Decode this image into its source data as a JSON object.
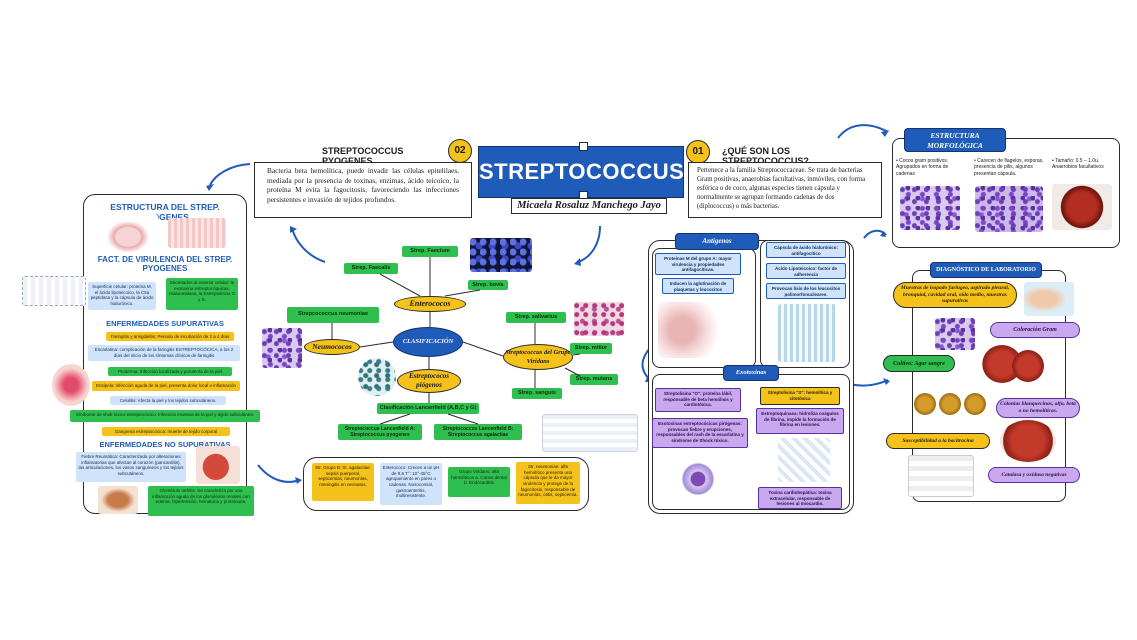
{
  "title": {
    "main": "STREPTOCOCCUS",
    "author": "Micaela Rosaluz Manchego Jayo"
  },
  "pyogenes": {
    "number": "02",
    "heading": "STREPTOCOCCUS PYOGENES",
    "text": "Bacteria beta hemolítica, puede invadir las células epitelilaes, mediada por la presencia de toxinas, enzimas, ácido teicoico, la proteína M evita la fagocitosis, favoreciendo las infecciones persistentes e invasión de tejidos profundos."
  },
  "que_son": {
    "number": "01",
    "heading": "¿QUÉ SON LOS STREPTOCOCCUS?",
    "text": "Pertenece a la familia Streptococcaceae. Se trata de bacterias Gram positivas, anaerobias facultativas, inmóviles, con forma esférica o de coco, algunas especies tienen cápsula y normalmente se agrupan formando cadenas de dos (diplococcus) o más bacterias."
  },
  "left_panel": {
    "estructura_heading": "ESTRUCTURA DEL STREP. PYOGENES",
    "virulencia_heading": "FACT. DE VIRULENCIA DEL STREP. PYOGENES",
    "virulencia_left": "Superficie celular: proteína M, el ácido lipoteicoico, la C5a peptidasa y la cápsula de ácido hialurónico.",
    "virulencia_right": "Secretados al exterior celular: la exotoxina estreptocóquicas. Hialuronidasa, la Estreptolisina O y S.",
    "supurativas_heading": "ENFERMEDADES SUPURATIVAS",
    "sup_items": [
      "Faringitis y amigdalitis: Periodo de incubación de 2 a 4 días",
      "Escarlatina: complicación de la faringitis ESTREPTOCÓCICA, a los 2 días del inicio de los síntomas clínicos de faringitis",
      "Pioderma: Infección localizada y purulenta de la piel",
      "Erisipela: infección aguda de la piel, presenta dolor local e inflamación",
      "Celulitis: Afecta la piel y los tejidos subcutáneos.",
      "Síndrome de shok tóxico estreptocócico: Infección invasiva de la piel y tejido subcutáneo.",
      "Gangrena estreptocócica: muerte de tejido corporal"
    ],
    "no_supurativas_heading": "ENFERMEDADES NO SUPURATIVAS",
    "fiebre": "Fiebre Reumática: Caracterizada por alteraciones inflamatorias que afectan al corazón (pancarditis), las articulaciones, los vasos sanguíneos y los tejidos subcutáneos.",
    "glomerulo": "Glomérulo nefritis: Se caracteriza por una inflamación aguda de los glomérulos renales con edema, hipertensión, hematuria y proteinuria."
  },
  "center": {
    "clasificacion": "CLASIFICACIÓN",
    "enterococos": "Enterococos",
    "neumococos": "Neumococos",
    "estreptococos_piogenos": "Estreptococos piógenos",
    "viridans": "Streptococcus del Grupo Viridans",
    "faecium": "Strep. Faecium",
    "faecalis": "Strep. Faecalis",
    "bovis": "Strep. bovis",
    "neumoniae": "Strepcococcus neumoniae",
    "salivarius": "Strep. salivarius",
    "mitior": "Strep. mitior",
    "mutans": "Strep. mutans",
    "sanguis": "Strep. sanguis",
    "lancefield": "Clasificación Lancenfield (A,B,C y G)",
    "lancefield_a": "Streptococcus Lancenfield A: Streptococcus pyogenes",
    "lancefield_b": "Streptococcus Lancenfield B: Streptococcus agalactiae",
    "bottom_items": [
      "Str. Grupo B: St. agalactiae: sepsis puerperal, septicemias, neumonías, meningitis en neonatos.",
      "Enterococo: Crecen a un pH de 9,6 T°: 10°-45°C agrupamiento en pares o cadenas. Nosocomial, gastroenteritis, multiresistente.",
      "Grupo Viridans: alfa hemolíticos a. Caries dental b. Endocarditis",
      "Str. neumoniae: alfa hemolítico presenta una cápsula que le da mayor virulencia y protege de la fagocitosis, responsable de neumonías, otitis, septicemia."
    ]
  },
  "right_center": {
    "antigenos_heading": "Antígenos",
    "ant_left": [
      "Proteínas M del grupo A: mayor virulencia y propiedades antifagocíticas.",
      "Inducen la aglutinación de plaquetas y leucocitos"
    ],
    "ant_right": [
      "Cápsula de ácido hialurónico: antifagocítico",
      "Ácido Lipoteicoico: factor de adherencia",
      "Provocan lisis de los leucocitos polimorfonucleares."
    ],
    "exotoxinas_heading": "Exotoxinas",
    "exo_items": [
      "Streptolisina \"O\": proteína lábil, responsable de beta hemólisis y cardiotóxica.",
      "Streptolisina \"S\": hemolítica y citotóxica",
      "Exotoxinas estreptocócicas pirógenas: provocan fiebre y erupciones, responsables del rash de la escarlatina y síndrome de Shock tóxico.",
      "Estreptoquinasa: hidroliza coágulos de fibrina, impide la formación de fibrina en lesiones.",
      "Toxina cardiohepática: toxina extracelular, responsable de lesiones al miocardio."
    ]
  },
  "right_panel": {
    "morfologica_heading": "ESTRUCTURA MORFOLÓGICA",
    "morf_items": [
      "Cocos gram positivos. Agrupados en forma de cadenas",
      "Carecen de flagelos, esporas, presencia de pilis, algunos presentan cápsula.",
      "Tamaño: 0.5 – 1.0u. Anaerobios facultativos"
    ],
    "diagnostico_heading": "DIAGNÓSTICO DE LABORATORIO",
    "diag_items": [
      "Muestras de isopado faríngeo, aspirado pleural, bronquial, cavidad oral, oído medio, muestras supurativas",
      "Coloración Gram",
      "Cultivo: Agar sangre",
      "Colonias blanquecinas, alfa, beta o no hemolíticas.",
      "Susceptibilidad a la bacitracina",
      "Catalasa y oxidasa negativas"
    ]
  },
  "colors": {
    "accent_blue": "#1f5bb8",
    "yellow": "#f4c21a",
    "green": "#2fbf4f",
    "purple": "#c9a8f0"
  }
}
